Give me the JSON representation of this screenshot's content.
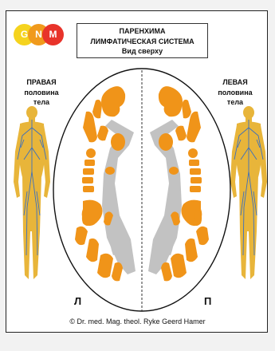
{
  "logo": {
    "letters": [
      "G",
      "N",
      "M"
    ],
    "colors": [
      "#f5d31e",
      "#f09a1c",
      "#e8332a"
    ]
  },
  "title": {
    "line1": "ПАРЕНХИМА",
    "line2": "ЛИМФАТИЧЕСКАЯ СИСТЕМА",
    "line3": "Вид сверху"
  },
  "right_side": {
    "line1": "ПРАВАЯ",
    "line2": "половина",
    "line3": "тела"
  },
  "left_side": {
    "line1": "ЛЕВАЯ",
    "line2": "половина",
    "line3": "тела"
  },
  "letters": {
    "left": "Л",
    "right": "П"
  },
  "copyright": "© Dr. med. Mag. theol. Ryke Geerd Hamer",
  "colors": {
    "relay": "#f09419",
    "ventricle": "#c2c2c2",
    "body": "#e8b53a",
    "vessels": "#3a6fbf"
  }
}
